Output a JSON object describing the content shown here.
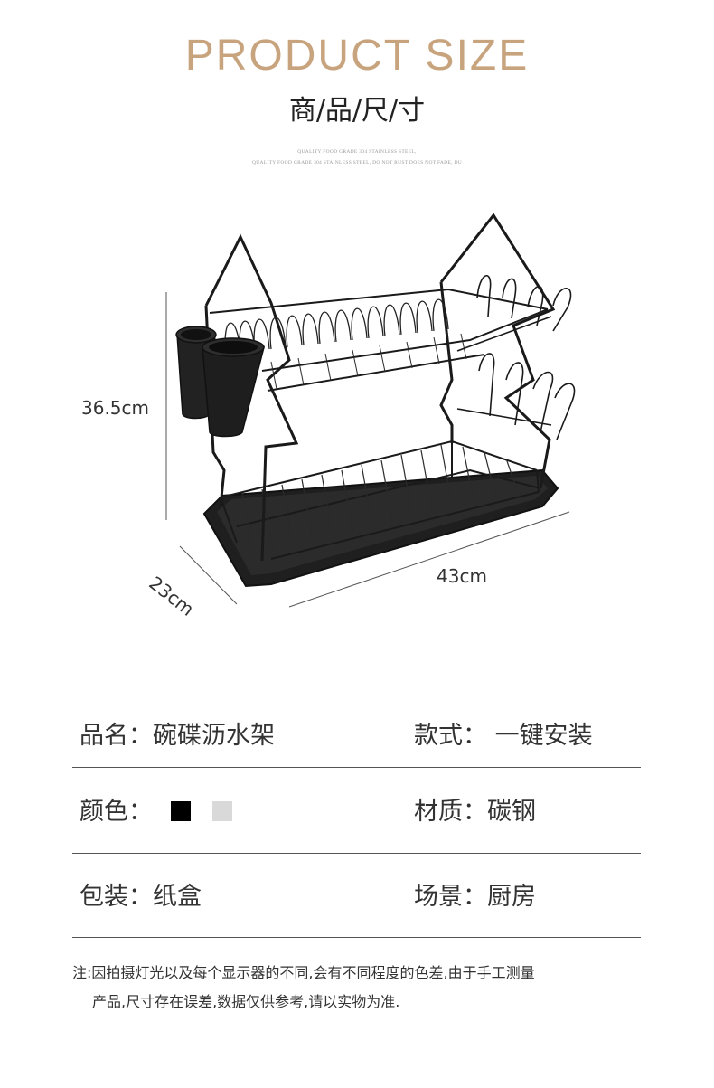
{
  "header": {
    "title": "PRODUCT SIZE",
    "subtitle": "商/品/尺/寸",
    "fine_print_1": "QUALITY FOOD GRADE 304 STAINLESS STEEL,",
    "fine_print_2": "QUALITY FOOD GRADE 304 STAINLESS STEEL, DO NOT RUST DOES NOT FADE, DU"
  },
  "dimensions": {
    "height": "36.5cm",
    "width": "43cm",
    "depth": "23cm"
  },
  "specs": {
    "name": "品名：碗碟沥水架",
    "style": "款式：  一键安装",
    "color_label": "颜色：",
    "material": "材质：碳钢",
    "packaging": "包装：纸盒",
    "scene": "场景：厨房"
  },
  "colors": {
    "title": "#c8a47e",
    "swatch_black": "#000000",
    "swatch_grey": "#d9d9d9"
  },
  "note": {
    "line1": "注:因拍摄灯光以及每个显示器的不同,会有不同程度的色差,由于手工测量",
    "line2": "产品,尺寸存在误差,数据仅供参考,请以实物为准."
  }
}
